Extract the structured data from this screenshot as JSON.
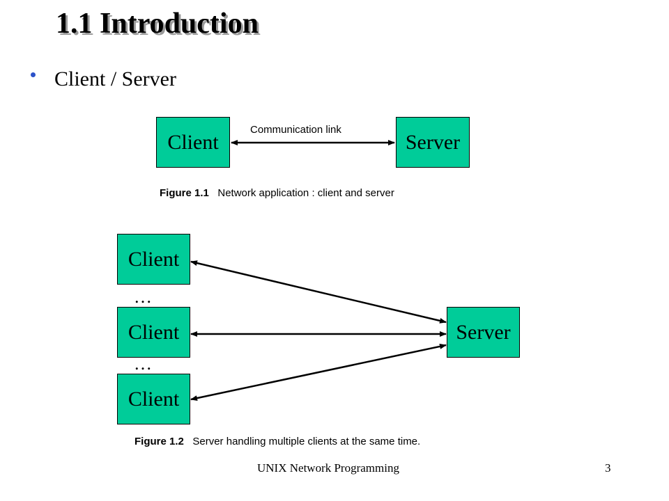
{
  "slide": {
    "title": "1.1 Introduction",
    "bullet": "Client / Server"
  },
  "figure1": {
    "client_label": "Client",
    "server_label": "Server",
    "link_label": "Communication link",
    "caption_number": "Figure 1.1",
    "caption_text": "Network application : client and server"
  },
  "figure2": {
    "clients": [
      "Client",
      "Client",
      "Client"
    ],
    "ellipsis": [
      "…",
      "…"
    ],
    "server_label": "Server",
    "caption_number": "Figure 1.2",
    "caption_text": "Server handling multiple clients at the same time."
  },
  "footer": {
    "course": "UNIX Network Programming",
    "page_number": "3"
  },
  "colors": {
    "box_fill": "#00cc99",
    "bullet": "#2c52c9",
    "title_shadow": "#9a9a9a"
  }
}
